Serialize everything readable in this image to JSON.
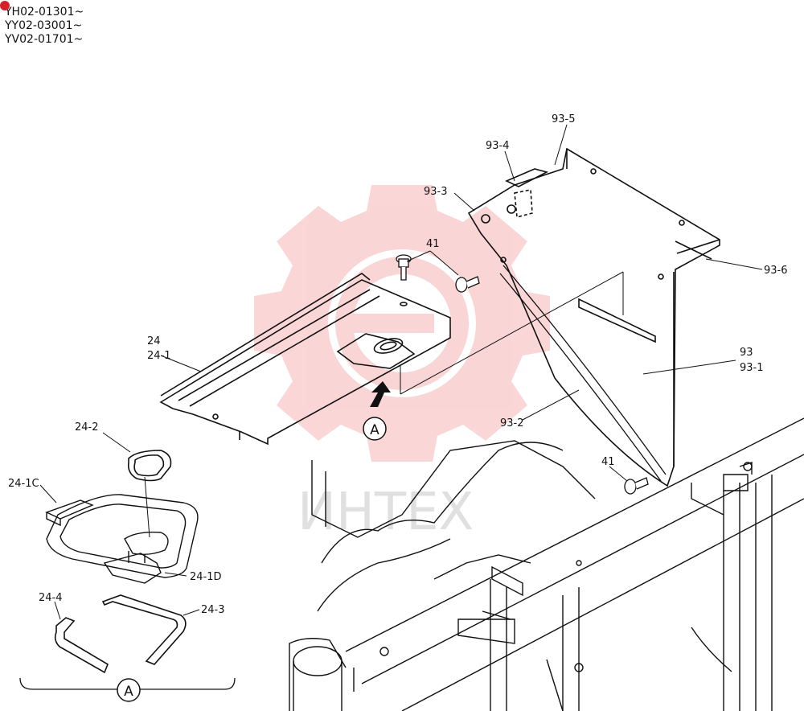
{
  "serial_numbers": [
    "YH02-01301~",
    "YY02-03001~",
    "YV02-01701~"
  ],
  "watermark_text": "ИНТЕХ",
  "detail_marker": "A",
  "labels": {
    "l_93_5": "93-5",
    "l_93_4": "93-4",
    "l_93_3": "93-3",
    "l_41_top": "41",
    "l_93_6": "93-6",
    "l_24": "24",
    "l_24_1": "24-1",
    "l_93": "93",
    "l_93_1": "93-1",
    "l_93_2": "93-2",
    "l_24_2": "24-2",
    "l_24_1c": "24-1C",
    "l_41_bottom": "41",
    "l_24_1d": "24-1D",
    "l_24_4": "24-4",
    "l_24_3": "24-3"
  },
  "colors": {
    "watermark": "#f08a8a",
    "line": "#111111",
    "badge": "#d8202a"
  }
}
